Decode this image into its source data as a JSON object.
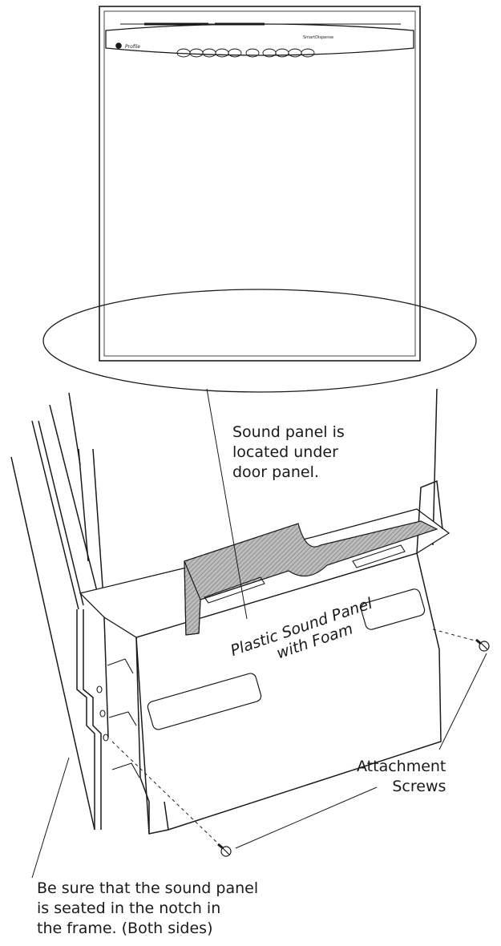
{
  "callouts": {
    "sound_panel_location": [
      "Sound panel is",
      "located under",
      "door panel."
    ],
    "attachment_screws": [
      "Attachment",
      "Screws"
    ],
    "seating_note": [
      "Be sure that the sound panel",
      "is seated in the notch in",
      "the frame. (Both sides)"
    ]
  },
  "part_label": [
    "Plastic Sound Panel",
    "with Foam"
  ],
  "dishwasher": {
    "brand_script": "Profile",
    "control_panel_text": "SmartDispense"
  },
  "colors": {
    "line": "#1a1a1a",
    "foam": "#9a9a9a",
    "background": "#ffffff"
  }
}
